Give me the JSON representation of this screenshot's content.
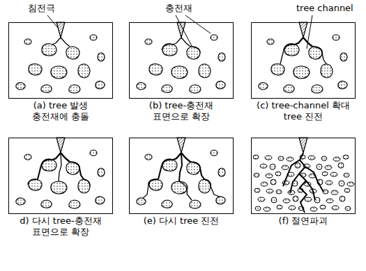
{
  "diagram": {
    "nodes": [
      {
        "text": [
          "(a) tree 발생 충전재에 충돌"
        ]
      },
      {
        "text": [
          "(b) tree-충전재 표면으로 확장"
        ]
      },
      {
        "text": [
          "(c) tree-channel 확대 tree 진전"
        ]
      },
      {
        "text": [
          "d) 다시 tree-충전재 표면으로 확장"
        ]
      },
      {
        "text": [
          "(e) 다시 tree 진전"
        ]
      },
      {
        "text": [
          "(f) 절연파괴"
        ]
      }
    ],
    "labels": [
      "침전극",
      "충전재",
      "tree channel"
    ]
  }
}
